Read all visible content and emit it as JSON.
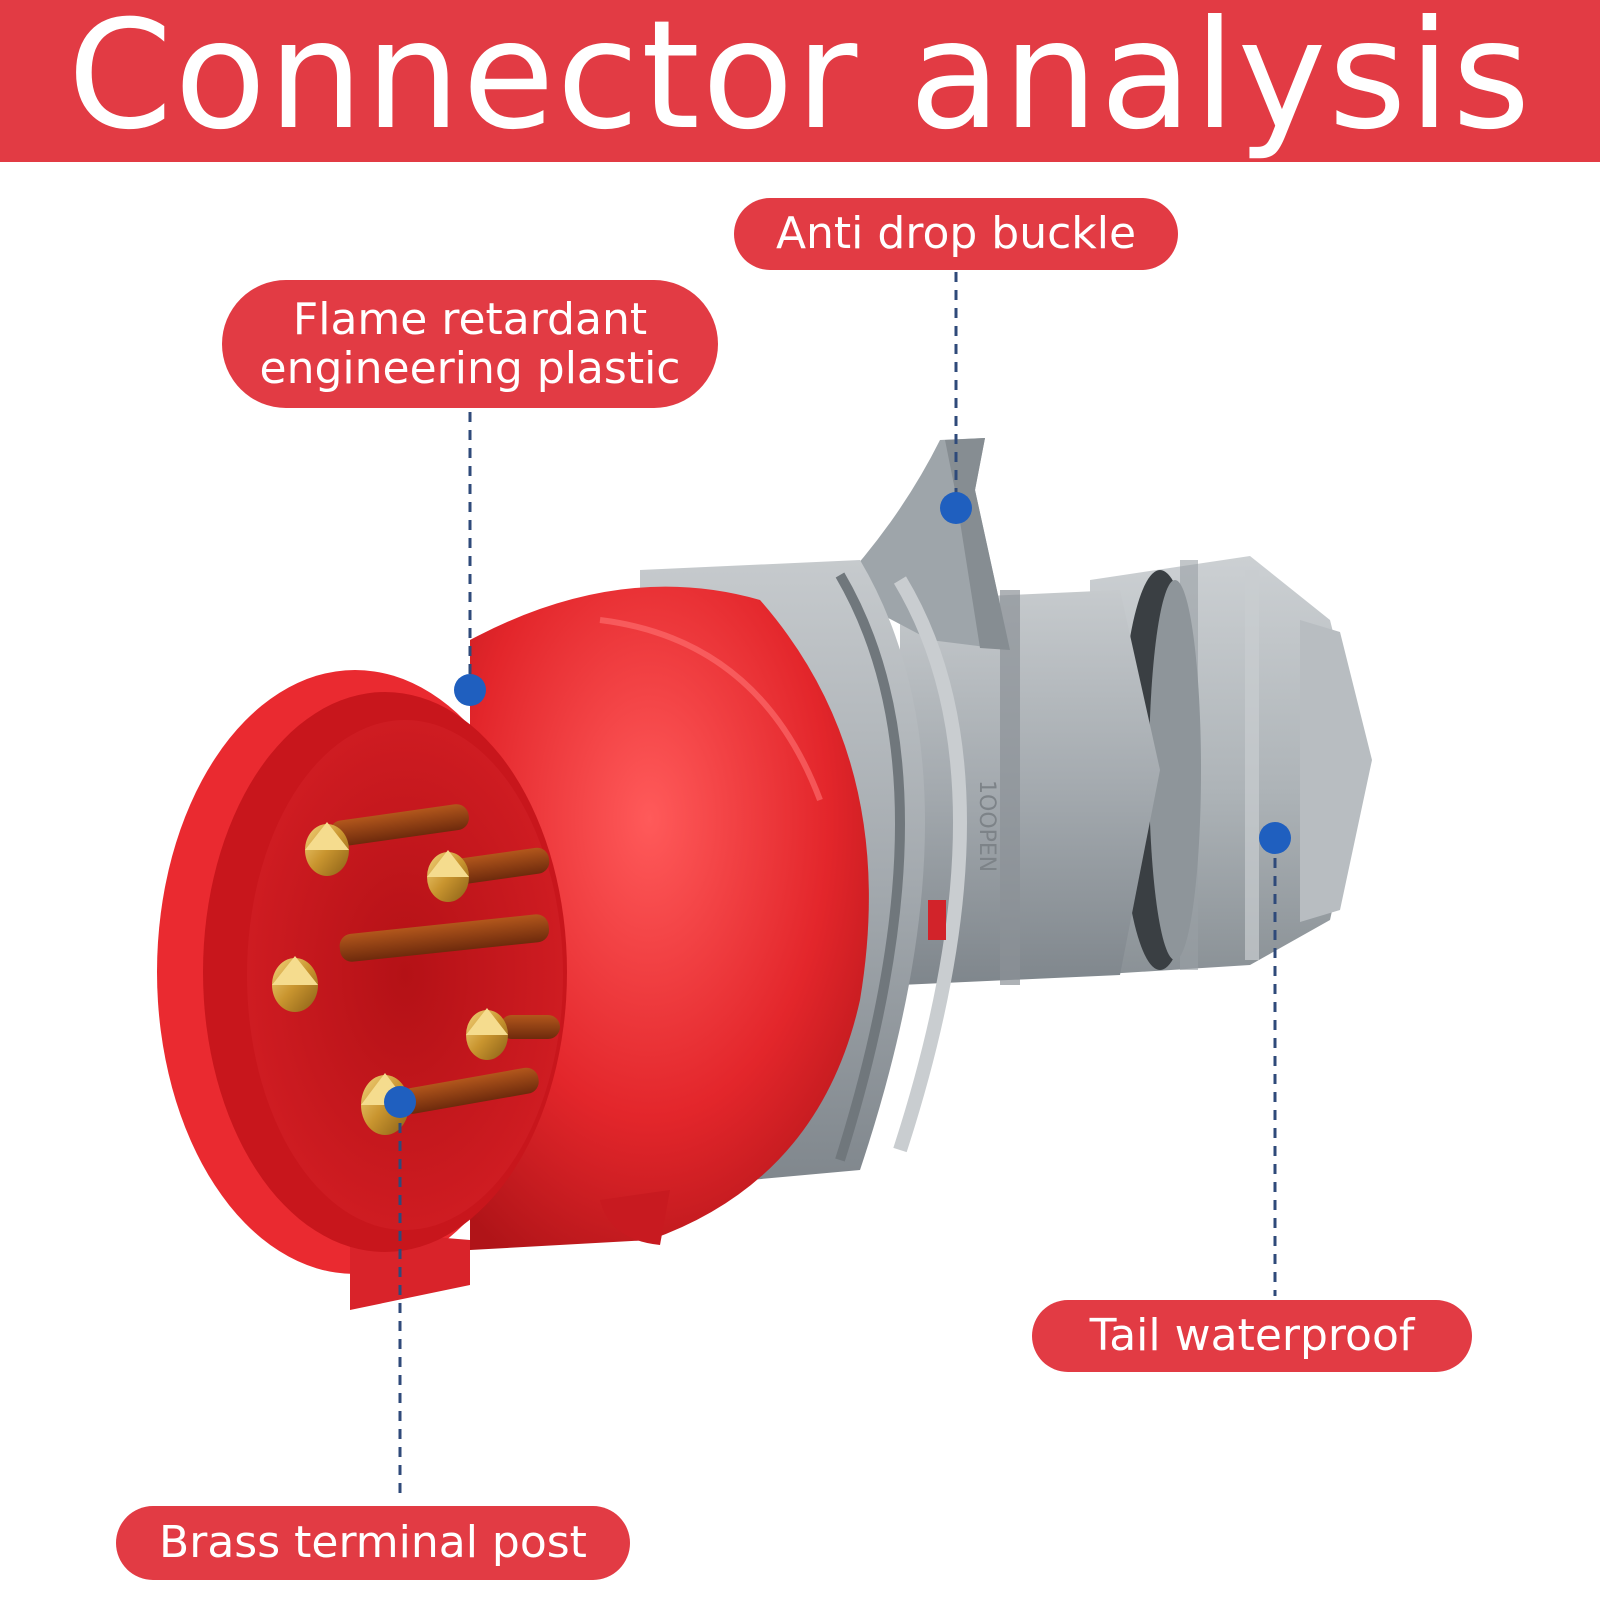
{
  "header": {
    "title": "Connector analysis"
  },
  "callouts": {
    "anti_drop_buckle": {
      "label": "Anti drop buckle"
    },
    "flame_retardant_plastic": {
      "label_line1": "Flame retardant",
      "label_line2": "engineering plastic"
    },
    "tail_waterproof": {
      "label": "Tail waterproof"
    },
    "brass_terminal_post": {
      "label": "Brass terminal post"
    }
  },
  "colors": {
    "banner": "#e23b44",
    "label_background": "#e23b44",
    "label_text": "#ffffff",
    "leader_line": "#2f4a7a",
    "marker_dot": "#1f5fbf",
    "plug_red": "#e0262b",
    "plug_grey": "#a7adb2",
    "brass": "#d4a545"
  }
}
